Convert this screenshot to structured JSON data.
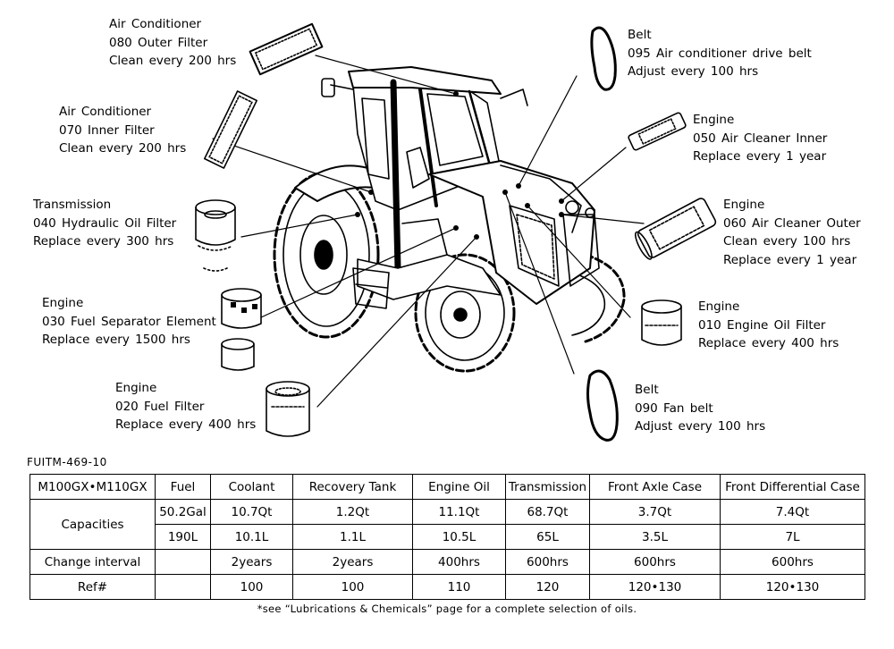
{
  "callouts": [
    {
      "id": "c080",
      "lines": [
        "Air Conditioner",
        "080 Outer Filter",
        "Clean every 200 hrs"
      ]
    },
    {
      "id": "c070",
      "lines": [
        "Air Conditioner",
        "070 Inner Filter",
        "Clean every 200 hrs"
      ]
    },
    {
      "id": "c040",
      "lines": [
        "Transmission",
        "040 Hydraulic Oil Filter",
        "Replace every 300 hrs"
      ]
    },
    {
      "id": "c030",
      "lines": [
        "Engine",
        "030 Fuel Separator Element",
        "Replace every 1500 hrs"
      ]
    },
    {
      "id": "c020",
      "lines": [
        "Engine",
        "020 Fuel Filter",
        "Replace every 400 hrs"
      ]
    },
    {
      "id": "c095",
      "lines": [
        "Belt",
        "095 Air conditioner drive belt",
        "Adjust every 100 hrs"
      ]
    },
    {
      "id": "c050",
      "lines": [
        "Engine",
        "050 Air Cleaner Inner",
        "Replace every 1 year"
      ]
    },
    {
      "id": "c060",
      "lines": [
        "Engine",
        "060 Air Cleaner Outer",
        "Clean every 100 hrs",
        "Replace every 1 year"
      ]
    },
    {
      "id": "c010",
      "lines": [
        "Engine",
        "010 Engine Oil Filter",
        "Replace every 400 hrs"
      ]
    },
    {
      "id": "c090",
      "lines": [
        "Belt",
        "090 Fan belt",
        "Adjust every 100 hrs"
      ]
    }
  ],
  "doc_id": "FUITM-469-10",
  "table": {
    "model": "M100GX•M110GX",
    "columns": [
      "Fuel",
      "Coolant",
      "Recovery Tank",
      "Engine Oil",
      "Transmission",
      "Front Axle Case",
      "Front Differential Case"
    ],
    "capacities_label": "Capacities",
    "capacities_us": [
      "50.2Gal",
      "10.7Qt",
      "1.2Qt",
      "11.1Qt",
      "68.7Qt",
      "3.7Qt",
      "7.4Qt"
    ],
    "capacities_metric": [
      "190L",
      "10.1L",
      "1.1L",
      "10.5L",
      "65L",
      "3.5L",
      "7L"
    ],
    "change_label": "Change interval",
    "change_interval": [
      "",
      "2years",
      "2years",
      "400hrs",
      "600hrs",
      "600hrs",
      "600hrs"
    ],
    "ref_label": "Ref#",
    "ref": [
      "",
      "100",
      "100",
      "110",
      "120",
      "120•130",
      "120•130"
    ]
  },
  "footnote": "*see “Lubrications & Chemicals” page for a complete selection of oils."
}
